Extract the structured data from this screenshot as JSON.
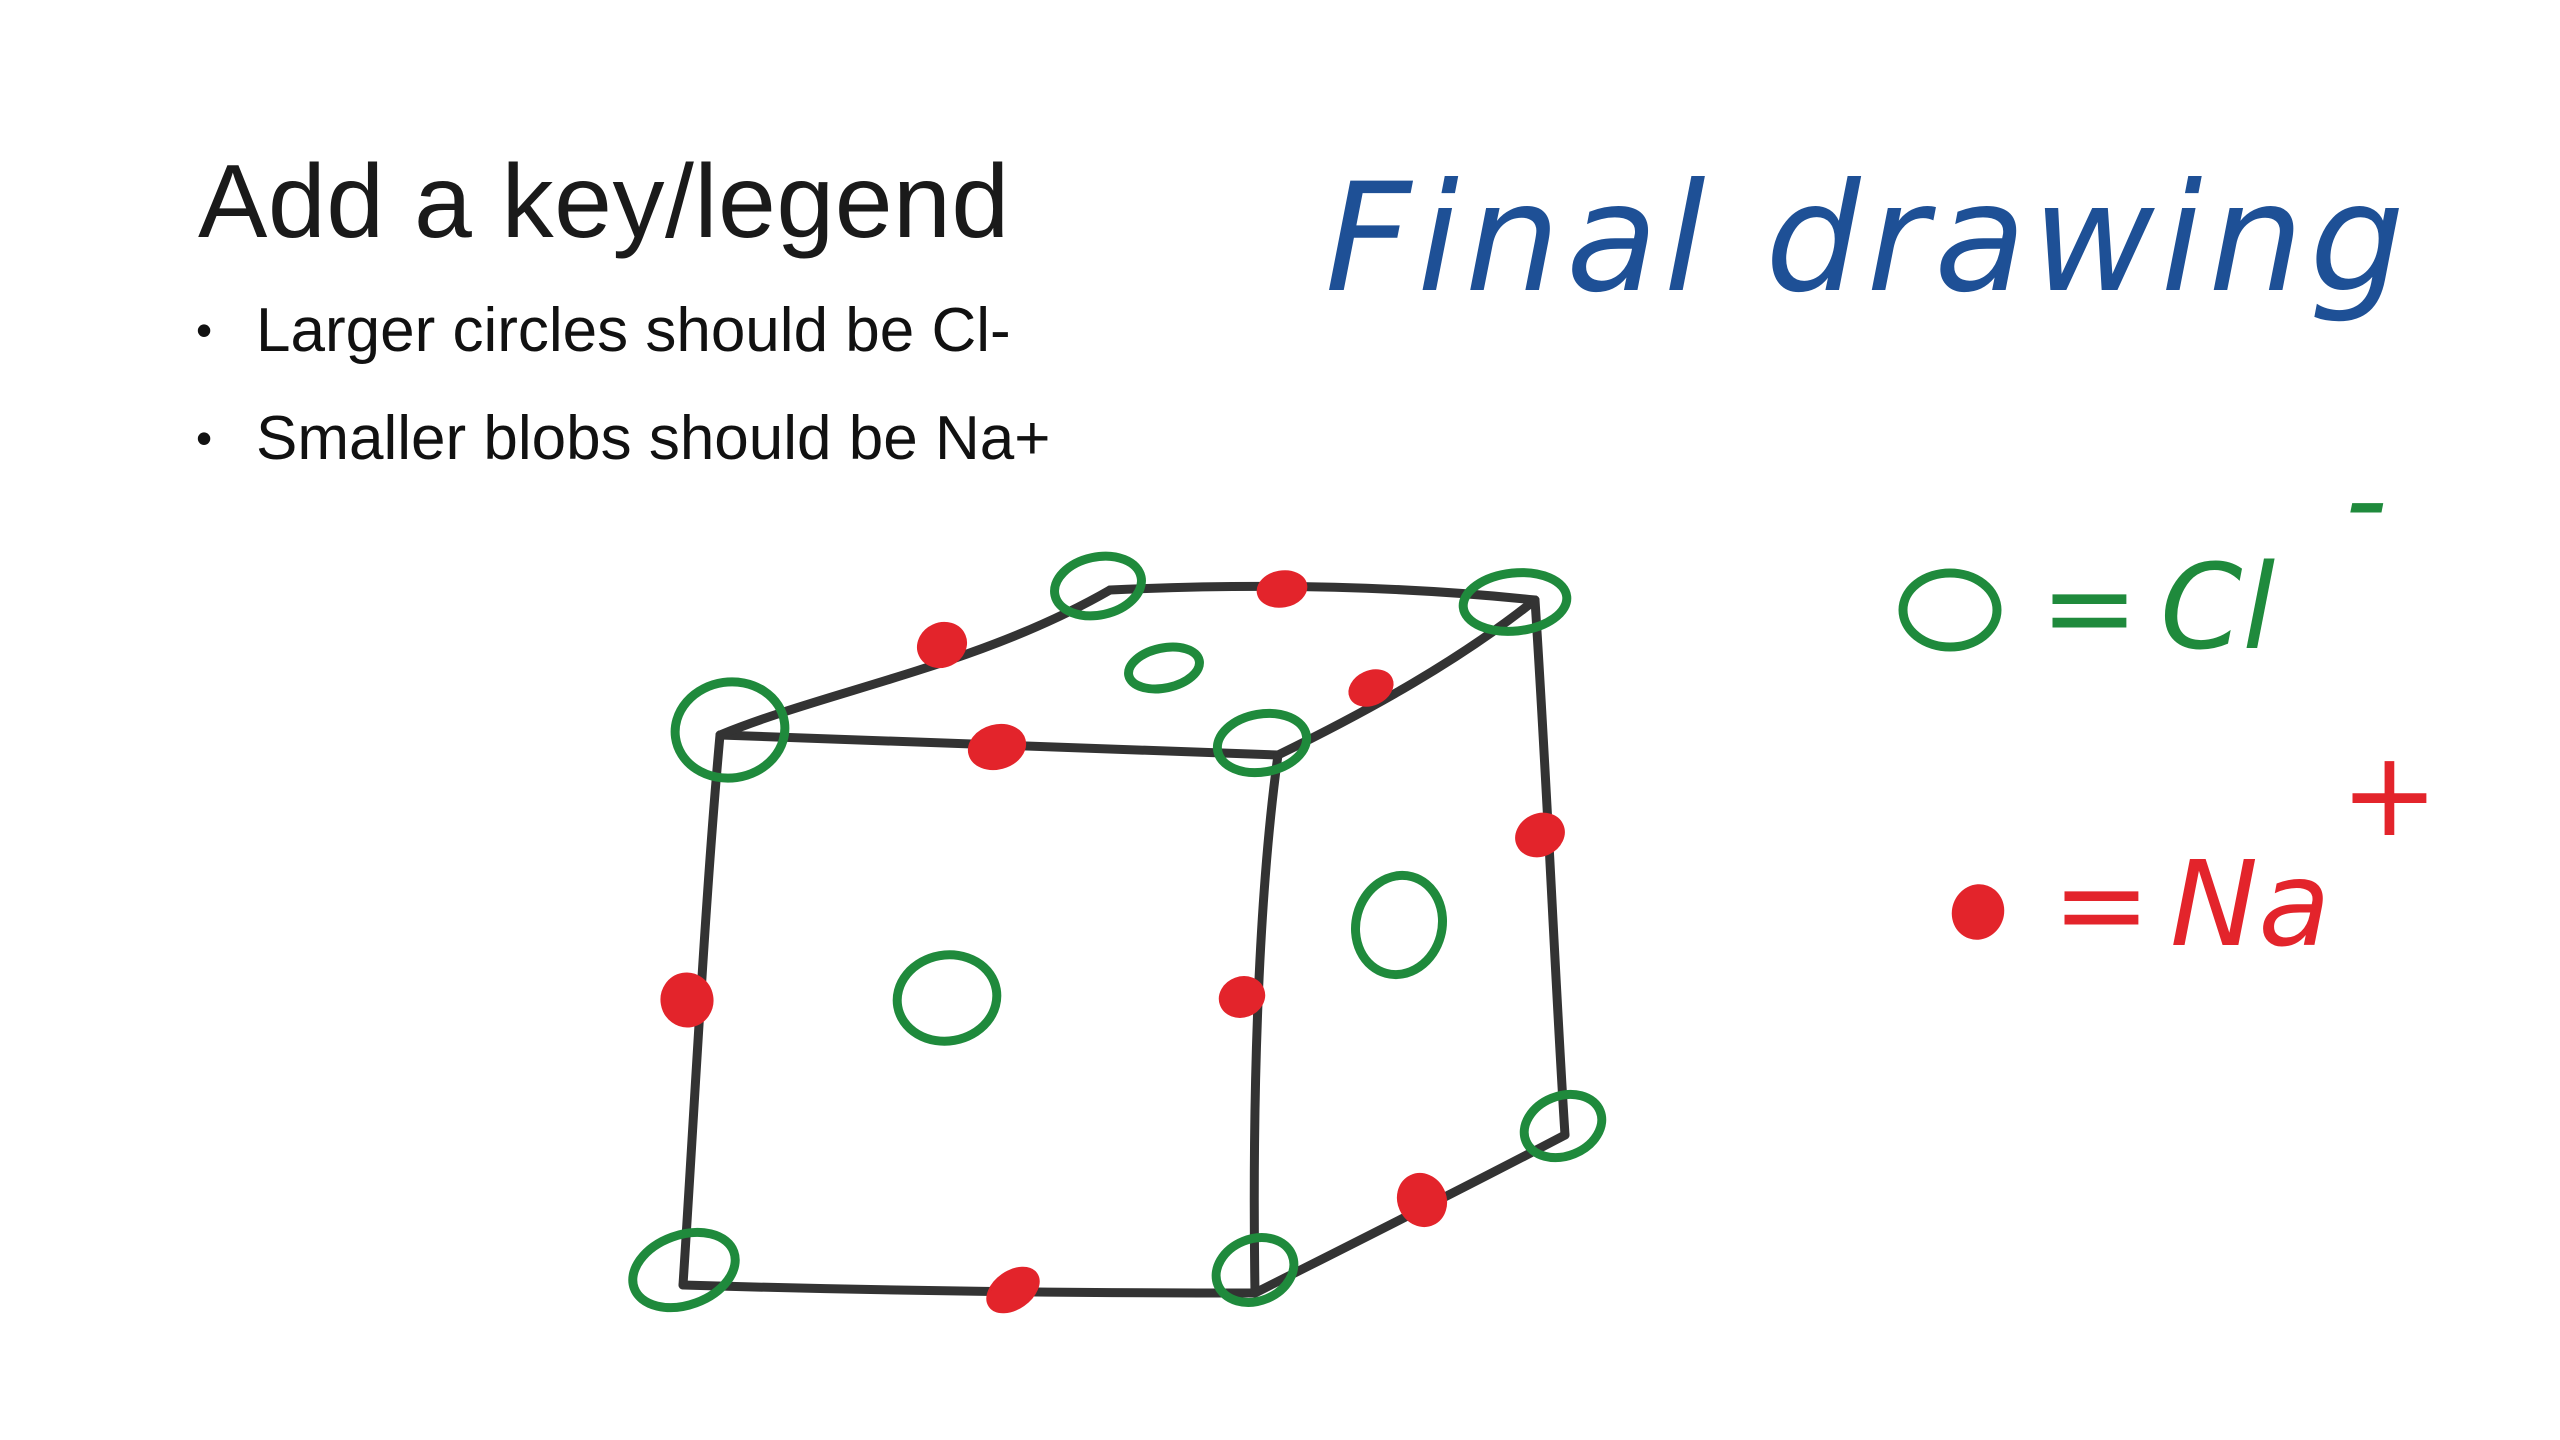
{
  "slide": {
    "title": "Add a key/legend",
    "bullets": [
      {
        "marker": "•",
        "text": "Larger circles should be Cl-"
      },
      {
        "marker": "•",
        "text": "Smaller blobs should be Na+"
      }
    ]
  },
  "diagram": {
    "handwritten_title": "Final drawing",
    "legend": {
      "chloride": {
        "equals": "=",
        "symbol": "Cl",
        "charge": "-"
      },
      "sodium": {
        "equals": "=",
        "symbol": "Na",
        "charge": "+"
      }
    }
  },
  "colors": {
    "edge": "#333333",
    "chloride": "#1f8a3c",
    "sodium": "#e3242b",
    "title_ink": "#1e5096"
  }
}
